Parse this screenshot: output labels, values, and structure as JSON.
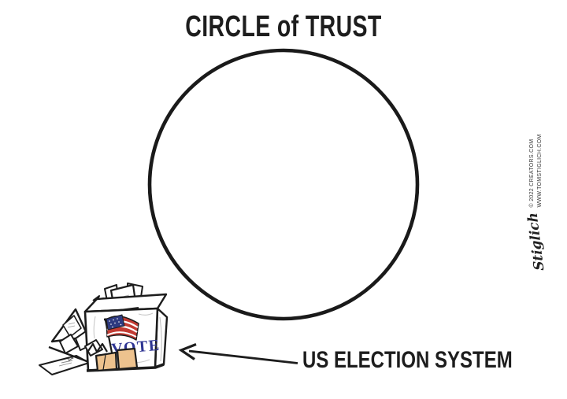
{
  "title": "CIRCLE of TRUST",
  "caption": {
    "text": "US ELECTION SYSTEM"
  },
  "cartoon": {
    "circle": {
      "description": "large empty hand-drawn circle of trust"
    },
    "ballot_box": {
      "vote_label": "VOTE",
      "description": "battered ballot box with torn hole, spilled ballots and cardboard patches, outside the circle"
    }
  },
  "credits": {
    "signature": "Stiglich",
    "copyright": "© 2022 CREATORS.COM",
    "website": "WWW.TOMSTIGLICH.COM"
  },
  "colors": {
    "ink": "#1d1d1d",
    "flag_red": "#c23b33",
    "flag_blue": "#2e3a80",
    "vote_blue": "#2d3493",
    "cardboard_tan": "#edc28e",
    "background": "#ffffff"
  }
}
